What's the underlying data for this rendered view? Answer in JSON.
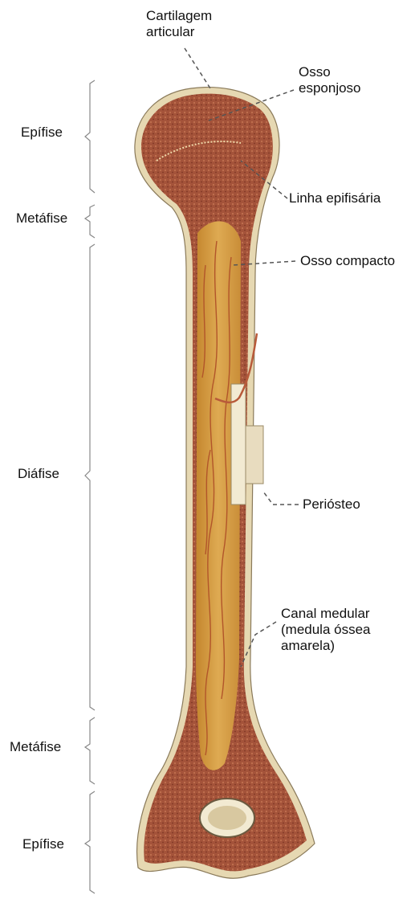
{
  "regions": {
    "epifise_top": "Epífise",
    "metafise_top": "Metáfise",
    "diafise": "Diáfise",
    "metafise_bottom": "Metáfise",
    "epifise_bottom": "Epífise"
  },
  "labels": {
    "cartilagem_line1": "Cartilagem",
    "cartilagem_line2": "articular",
    "osso_esponjoso_line1": "Osso",
    "osso_esponjoso_line2": "esponjoso",
    "linha_epifisaria": "Linha epifisária",
    "osso_compacto": "Osso compacto",
    "periosteo": "Periósteo",
    "canal_line1": "Canal medular",
    "canal_line2": "(medula óssea",
    "canal_line3": "amarela)"
  },
  "colors": {
    "bone_red": "#a04a35",
    "marrow_yellow": "#d49a3c",
    "cortex": "#e8dcb8",
    "bracket": "#888888",
    "leader": "#555555"
  }
}
